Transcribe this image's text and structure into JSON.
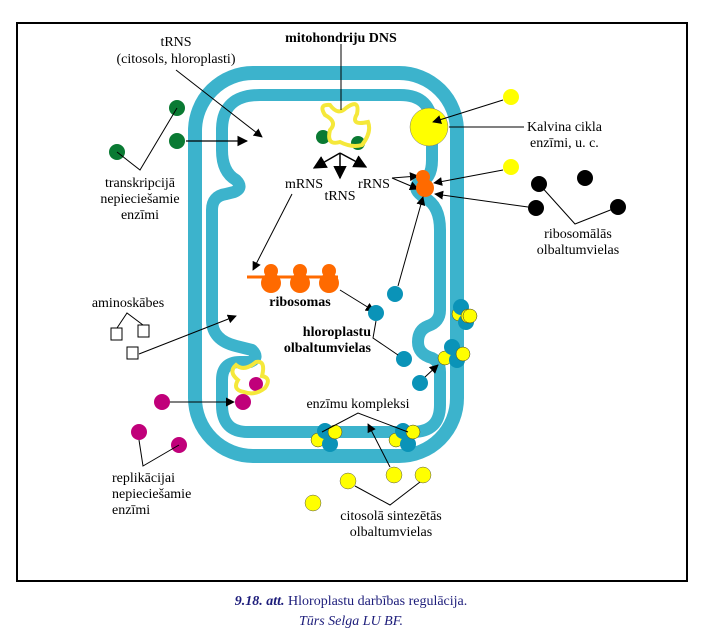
{
  "figure": {
    "title": "Hloroplastu darbības regulācija",
    "colors": {
      "membrane": "#3cb3cc",
      "dna": "#f5e83a",
      "green_enzyme": "#0a7a33",
      "ribosome": "#ff6a00",
      "blue_protein": "#0a93b8",
      "yellow_protein": "#ffff00",
      "magenta_enzyme": "#c0007a",
      "black_protein": "#000000",
      "caption": "#1c1c7a"
    },
    "labels": {
      "trns_top_line1": "tRNS",
      "trns_top_line2": "(citosols, hloroplasti)",
      "mito_dna": "mitohondriju DNS",
      "transcription_line1": "transkripcijā",
      "transcription_line2": "nepieciešamie",
      "transcription_line3": "enzīmi",
      "mrns": "mRNS",
      "trns": "tRNS",
      "rrns": "rRNS",
      "calvin_line1": "Kalvina cikla",
      "calvin_line2": "enzīmi, u. c.",
      "ribosomal_line1": "ribosomālās",
      "ribosomal_line2": "olbaltumvielas",
      "ribosomes": "ribosomas",
      "amino_acids": "aminoskābes",
      "chloro_proteins_line1": "hloroplastu",
      "chloro_proteins_line2": "olbaltumvielas",
      "enzyme_complexes": "enzīmu kompleksi",
      "replication_line1": "replikācijai",
      "replication_line2": "nepieciešamie",
      "replication_line3": "enzīmi",
      "cytosol_line1": "citosolā sintezētās",
      "cytosol_line2": "olbaltumvielas"
    }
  },
  "caption": {
    "number": "9.18. att.",
    "text": "Hloroplastu darbības regulācija.",
    "credit": "Tūrs Selga LU BF."
  }
}
